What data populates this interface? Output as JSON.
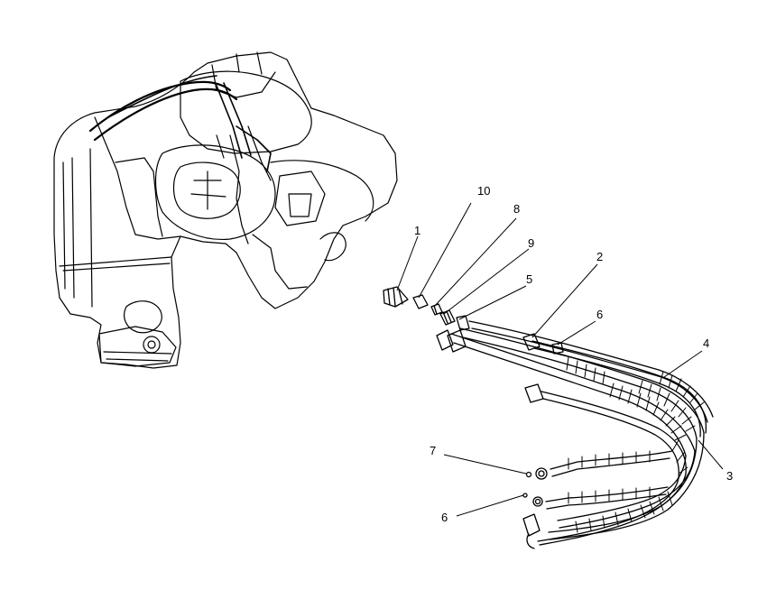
{
  "diagram": {
    "callouts": [
      {
        "id": "c1",
        "label": "1"
      },
      {
        "id": "c10",
        "label": "10"
      },
      {
        "id": "c8",
        "label": "8"
      },
      {
        "id": "c9",
        "label": "9"
      },
      {
        "id": "c5",
        "label": "5"
      },
      {
        "id": "c2",
        "label": "2"
      },
      {
        "id": "c6a",
        "label": "6"
      },
      {
        "id": "c4",
        "label": "4"
      },
      {
        "id": "c3",
        "label": "3"
      },
      {
        "id": "c7",
        "label": "7"
      },
      {
        "id": "c6b",
        "label": "6"
      }
    ],
    "ink_color": "#000000",
    "background_color": "#ffffff"
  }
}
